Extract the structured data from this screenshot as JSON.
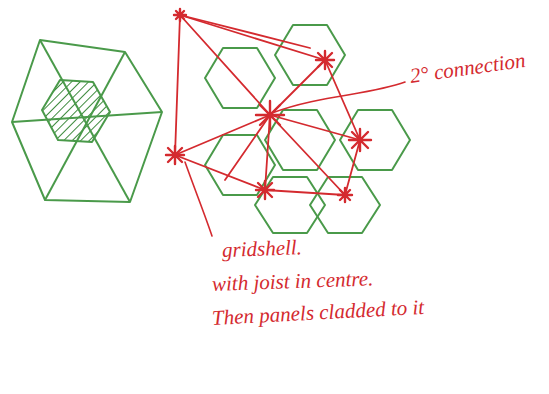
{
  "diagram": {
    "labels": [
      "2° connection",
      "gridshell.",
      "with joist in centre.",
      "Then panels cladded to it"
    ]
  }
}
